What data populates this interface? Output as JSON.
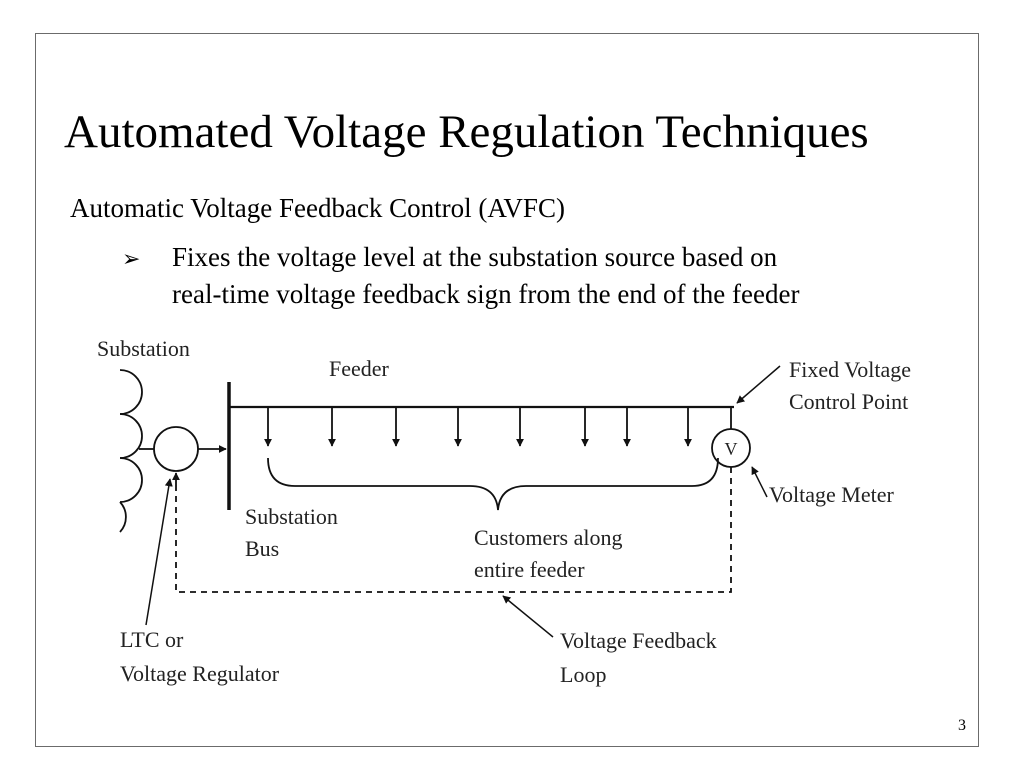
{
  "slide": {
    "title": "Automated Voltage Regulation Techniques",
    "subtitle": "Automatic Voltage Feedback Control (AVFC)",
    "bullet": {
      "line1": "Fixes the voltage level at the substation source based on",
      "line2": "real-time voltage feedback sign from the end of the feeder"
    },
    "page_number": "3"
  },
  "diagram": {
    "labels": {
      "substation": "Substation",
      "feeder": "Feeder",
      "fixed_voltage_line1": "Fixed Voltage",
      "fixed_voltage_line2": "Control Point",
      "meter_symbol": "V",
      "voltage_meter": "Voltage Meter",
      "substation_bus_line1": "Substation",
      "substation_bus_line2": "Bus",
      "customers_line1": "Customers along",
      "customers_line2": "entire feeder",
      "ltc_line1": "LTC or",
      "ltc_line2": "Voltage Regulator",
      "feedback_line1": "Voltage Feedback",
      "feedback_line2": "Loop"
    }
  }
}
